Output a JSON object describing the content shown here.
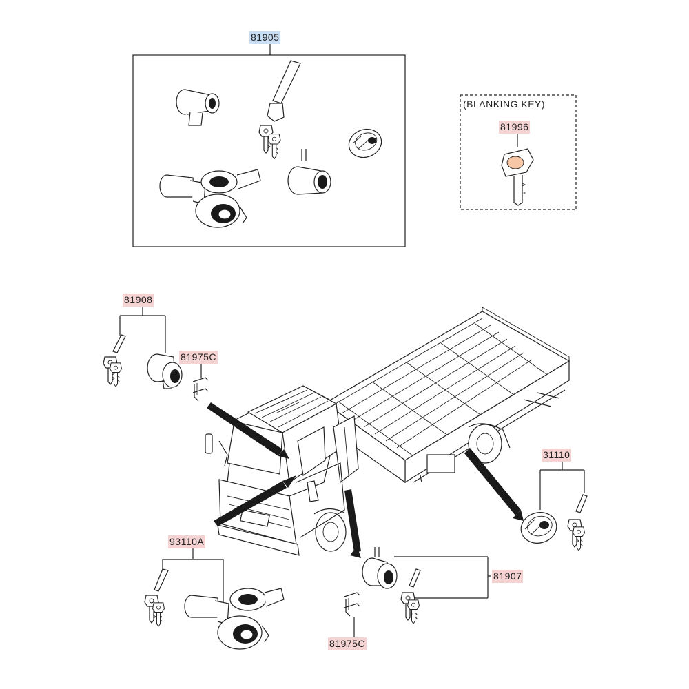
{
  "diagram": {
    "callouts": {
      "lock_set": "81905",
      "blanking_key_caption": "(BLANKING KEY)",
      "blanking_key": "81996",
      "door_lock_left": "81908",
      "retainer_upper": "81975C",
      "fuel_cap_lock": "31110",
      "ignition_lock": "93110A",
      "door_lock_right": "81907",
      "retainer_lower": "81975C"
    },
    "colors": {
      "part_tag": "#f6d3d3",
      "selected_tag": "#c9def3",
      "linework": "#222222"
    },
    "icons": [
      "key-icon",
      "lock-cylinder-icon",
      "fuel-cap-icon",
      "ignition-switch-icon",
      "retainer-clip-icon",
      "truck-illustration"
    ]
  }
}
